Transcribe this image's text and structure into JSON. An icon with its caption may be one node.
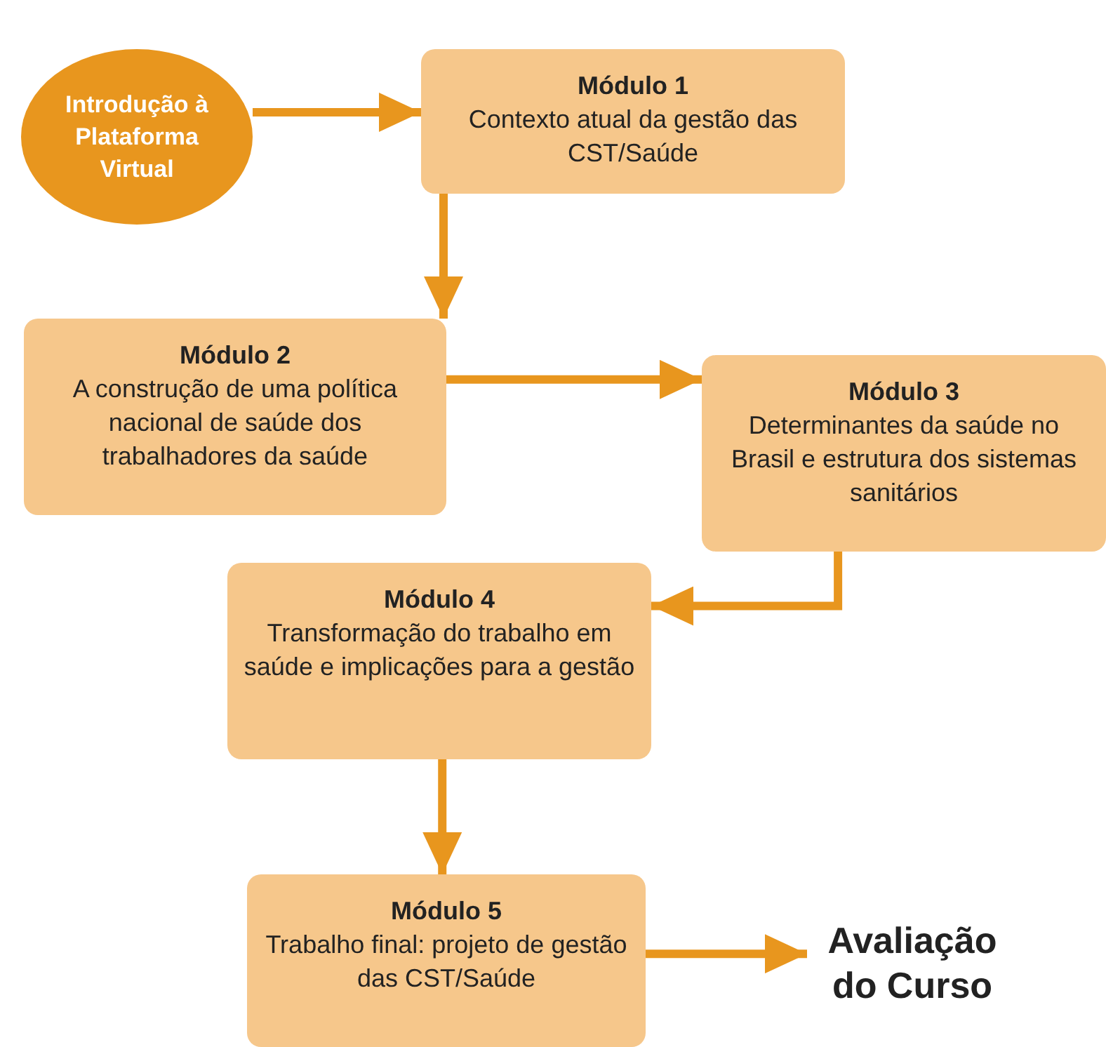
{
  "diagram": {
    "nodes": [
      {
        "text": [
          "Introdução à Plataforma Virtual"
        ]
      },
      {
        "text": [
          "Módulo 1",
          "Contexto atual da gestão das CST/Saúde"
        ]
      },
      {
        "text": [
          "Módulo 2",
          "A construção de uma política nacional de saúde dos trabalhadores da saúde"
        ]
      },
      {
        "text": [
          "Módulo 3",
          "Determinantes da saúde no Brasil e estrutura dos sistemas sanitários"
        ]
      },
      {
        "text": [
          "Módulo 4",
          "Transformação do trabalho em saúde e implicações para a gestão"
        ]
      },
      {
        "text": [
          "Módulo 5",
          "Trabalho final: projeto de gestão das CST/Saúde"
        ]
      },
      {
        "text": [
          "Avaliação do Curso"
        ]
      }
    ],
    "edges": [
      {
        "from": 0,
        "to": 1,
        "arrow": "to"
      },
      {
        "from": 1,
        "to": 2,
        "arrow": "to"
      },
      {
        "from": 2,
        "to": 3,
        "arrow": "to"
      },
      {
        "from": 3,
        "to": 4,
        "arrow": "to"
      },
      {
        "from": 4,
        "to": 5,
        "arrow": "to"
      },
      {
        "from": 5,
        "to": 6,
        "arrow": "to"
      }
    ]
  }
}
